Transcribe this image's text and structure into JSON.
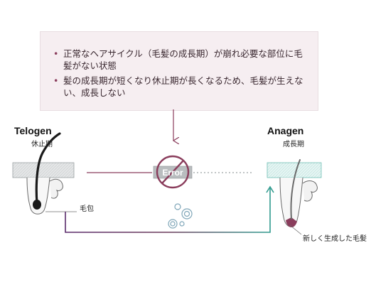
{
  "callout": {
    "bullets": [
      "正常なヘアサイクル（毛髪の成長期）が崩れ必要な部位に毛髪がない状態",
      "髪の成長期が短くなり休止期が長くなるため、毛髪が生えない、成長しない"
    ]
  },
  "telogen": {
    "title": "Telogen",
    "subtitle": "休止期"
  },
  "anagen": {
    "title": "Anagen",
    "subtitle": "成長期"
  },
  "error_label": "Error",
  "follicle_label": "毛包",
  "new_hair_label": "新しく生成した毛髪",
  "colors": {
    "accent": "#8a3d5c",
    "teal": "#3aa89a",
    "skin_gray": "#d9dcdd",
    "skin_teal": "#dff2f0",
    "bubble": "#7fa6b8"
  }
}
